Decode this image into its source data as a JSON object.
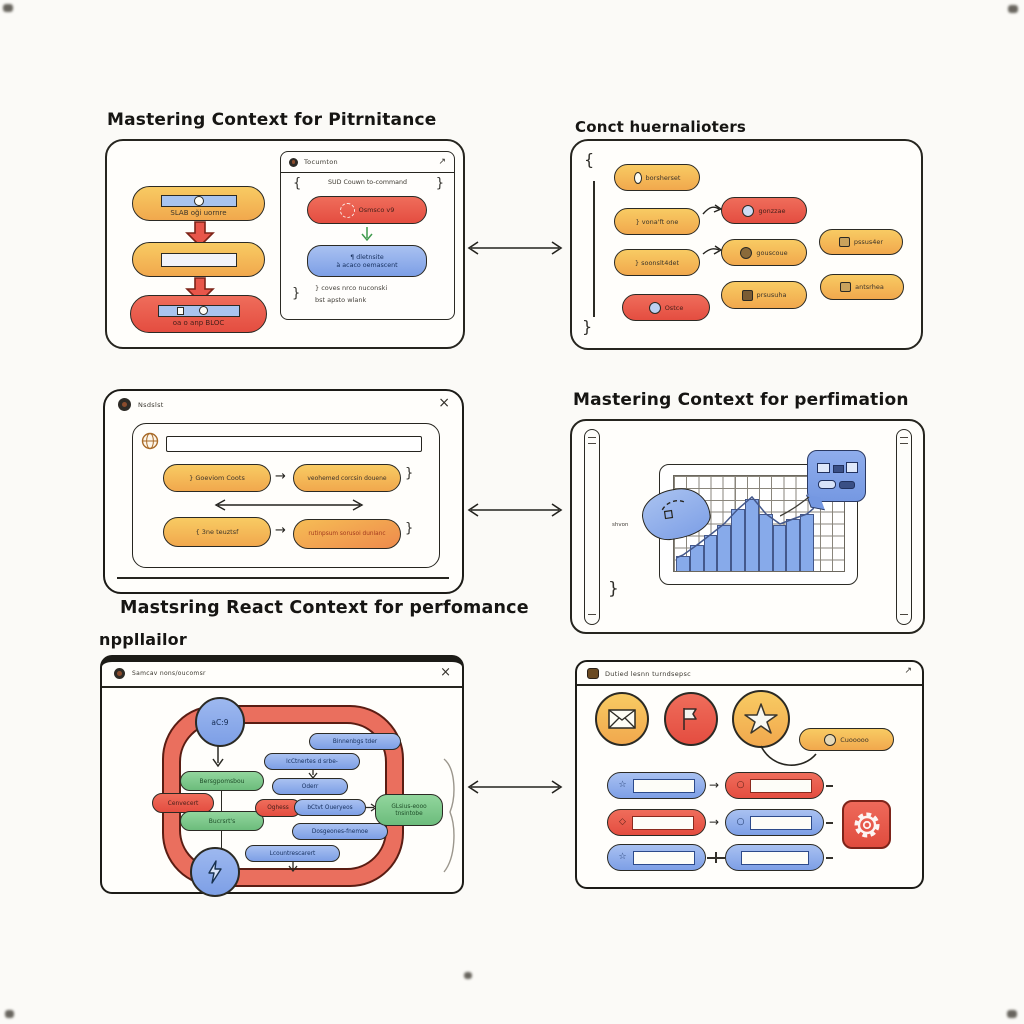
{
  "icons": {
    "close": "×",
    "arrow_right": "→",
    "external": "↗",
    "star_glyph": "☆",
    "diamond_glyph": "◇",
    "circle_glyph": "○"
  },
  "panel1": {
    "title": "Mastering Context for Pitrnitance",
    "stack": {
      "pill1_label": "SLAB oği uornre",
      "pill3_label": "oa o anp  BLOC"
    },
    "subwindow": {
      "title": "Tocumton",
      "brace_open": "{",
      "code_header": "SUD Couwn to-command",
      "brace_close": "}",
      "red_pill": "Osmsco v9",
      "blue_pill_line1": "¶ dletnsite",
      "blue_pill_line2": "à acaco  oemascent",
      "footer_line1": "} coves nrco nuconski",
      "footer_line2": "bst apsto wlank",
      "bottom_brace": "}"
    }
  },
  "panel2": {
    "title": "Conct huernalioters",
    "brace_open": "{",
    "brace_close": "}",
    "col1": [
      {
        "label": "borsherset"
      },
      {
        "label": "} vona'ft one"
      },
      {
        "label": "} soonslt4det"
      },
      {
        "label": "Ostce"
      }
    ],
    "col2": [
      {
        "label": "gonzzae"
      },
      {
        "label": "gouscoue"
      },
      {
        "label": "prsusuha"
      }
    ],
    "col3": [
      {
        "label": "pssus4er"
      },
      {
        "label": "antsrhea"
      }
    ]
  },
  "panel3": {
    "window_title": "Nsdslst",
    "row1_left": "}  Goeviom Coots",
    "row1_right": "veohemed corcsin douene",
    "row1_brace": "}",
    "row2_left": "{   3ne teuztsf",
    "row2_right": "rutinpsum sorusoi dunlanc",
    "row2_brace": "}"
  },
  "panel4": {
    "title": "Mastering Context for perfimation",
    "annotation": "shvon",
    "brace": "}",
    "chart_data": {
      "type": "bar",
      "x": [
        1,
        2,
        3,
        4,
        5,
        6,
        7,
        8,
        9,
        10
      ],
      "values": [
        1.5,
        2.5,
        3.5,
        4.5,
        6,
        7,
        5.5,
        4.5,
        5,
        5.5
      ],
      "ymax": 9,
      "title": "",
      "xlabel": "",
      "ylabel": "",
      "grid": true,
      "legend": false,
      "annotations": [
        "shvon"
      ]
    }
  },
  "panel5": {
    "title": "Mastsring React Context for perfomance",
    "subtitle": "nppllailor",
    "window_title": "Samcav nons/oucomsr",
    "circle_top": "aC:9",
    "green1": "Bersgpomsbou",
    "red_left": "Cenvecert",
    "green2": "Bucrsrt's",
    "blue1": "Binnenbgs tder",
    "blue2": "lcCtnertes d srbe-",
    "blue3": "Oderr",
    "blue4": "bCtvt Oueryeos",
    "blue5": "Dosgeones-fnemoe",
    "blue6": "Lcountrescarert",
    "red_mid": "Oghess",
    "green_right_line1": "GLsius-eooo",
    "green_right_line2": "tnsintobe"
  },
  "panel6": {
    "window_title": "Dutied lesnn turndsepsc",
    "yellow_pill": "Cuooooo"
  }
}
